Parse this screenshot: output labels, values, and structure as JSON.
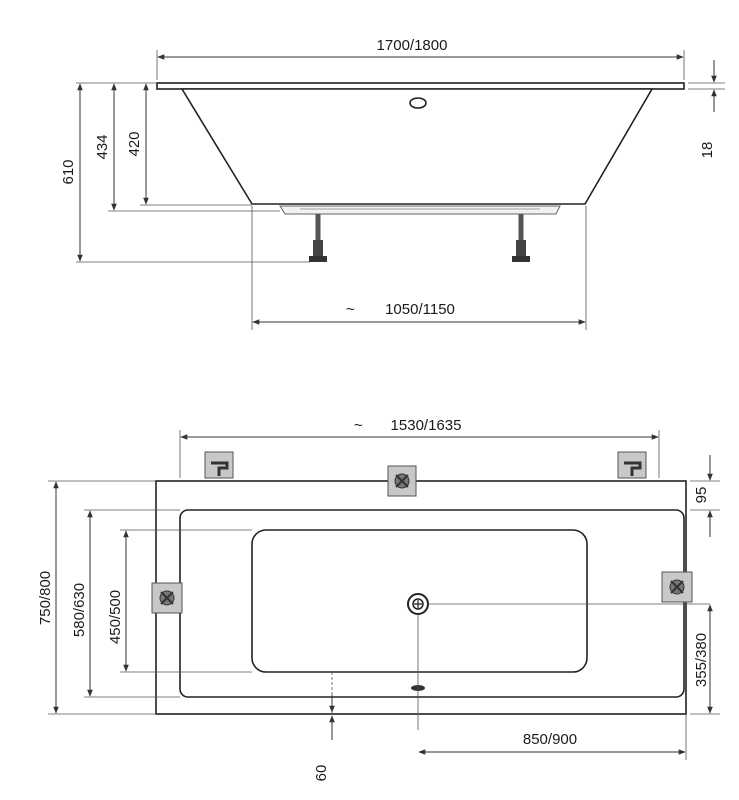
{
  "side_view": {
    "overall_length": "1700/1800",
    "rim_thickness": "18",
    "height_434": "434",
    "height_420": "420",
    "height_610": "610",
    "base_length": "1050/1150",
    "approx_symbol": "~"
  },
  "top_view": {
    "inner_length": "1530/1635",
    "rim_width": "95",
    "overall_width": "750/800",
    "inner_width": "580/630",
    "bottom_width": "450/500",
    "drain_offset_y": "355/380",
    "drain_offset_x": "850/900",
    "overflow_offset": "60",
    "approx_symbol": "~"
  },
  "colors": {
    "line": "#222222",
    "bracket": "#9a9a9a",
    "leg": "#555555"
  }
}
